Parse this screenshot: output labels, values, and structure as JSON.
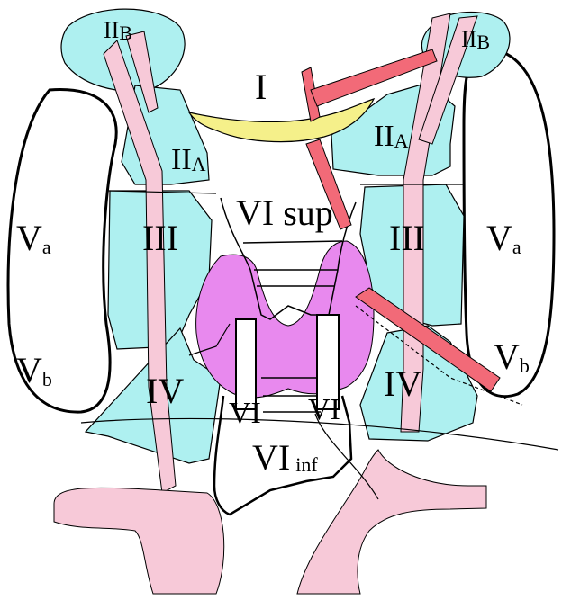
{
  "labels": {
    "level_I": "I",
    "level_IIa_left": "II",
    "level_IIa_left_sub": "A",
    "level_IIa_right": "II",
    "level_IIa_right_sub": "A",
    "level_IIb_left": "II",
    "level_IIb_left_sub": "B",
    "level_IIb_right": "II",
    "level_IIb_right_sub": "B",
    "level_III_left": "III",
    "level_III_right": "III",
    "level_IV_left": "IV",
    "level_IV_right": "IV",
    "level_Va_left": "V",
    "level_Va_left_sub": "a",
    "level_Va_right": "V",
    "level_Va_right_sub": "a",
    "level_Vb_left": "V",
    "level_Vb_left_sub": "b",
    "level_Vb_right": "V",
    "level_Vb_right_sub": "b",
    "level_VI_sup": "VI sup",
    "level_VI_left": "VI",
    "level_VI_right": "VI",
    "level_VI_inf": "VI",
    "level_VI_inf_sub": "inf"
  },
  "colors": {
    "lymph_zone": "#aef0f0",
    "vessel": "#f7c9d8",
    "thyroid": "#e889ee",
    "muscle": "#f26a78",
    "hyoid": "#f5f08a",
    "outline": "#000000"
  }
}
